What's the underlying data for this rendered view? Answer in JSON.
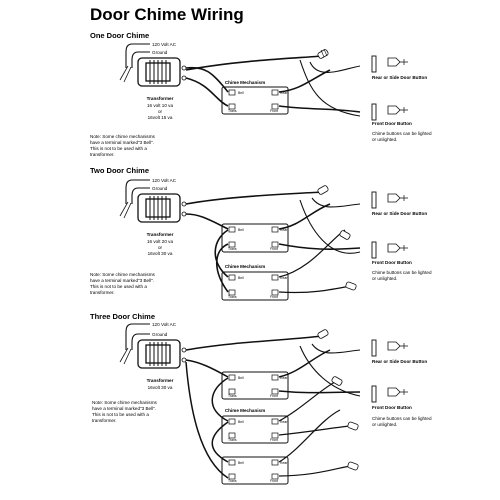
{
  "title": "Door Chime Wiring",
  "sections": [
    {
      "heading": "One Door Chime",
      "ac_label": "120 Volt AC",
      "ground_label": "Ground",
      "transformer_title": "Transformer",
      "transformer_rating_1": "16 volt 10 va",
      "transformer_or": "or",
      "transformer_rating_2": "16volt 15 va",
      "note": [
        "Note: Some chime mechanisms",
        "have a terminal marked\"3 Bell\".",
        "This is not to be used with a",
        "transformer."
      ],
      "mechanism_label": "Chime Mechanism",
      "terminals": [
        "Bell",
        "Rear",
        "Trans",
        "Front"
      ],
      "rear_button_label": "Rear or Side Door Button",
      "front_button_label": "Front Door Button",
      "lighted_note": [
        "Chime buttons can be lighted",
        "or unlighted."
      ]
    },
    {
      "heading": "Two Door Chime",
      "ac_label": "120 Volt AC",
      "ground_label": "Ground",
      "transformer_title": "Transformer",
      "transformer_rating_1": "16 volt 20 va",
      "transformer_or": "or",
      "transformer_rating_2": "16volt 30 va",
      "note": [
        "Note: Some chime mechanisms",
        "have a terminal marked\"3 Bell\".",
        "This is not to be used with a",
        "transformer."
      ],
      "mechanism_label": "Chime Mechanism",
      "terminals": [
        "Bell",
        "Rear",
        "Trans",
        "Front"
      ],
      "rear_button_label": "Rear or Side Door Button",
      "front_button_label": "Front Door Button",
      "lighted_note": [
        "Chime buttons can be lighted",
        "or unlighted."
      ]
    },
    {
      "heading": "Three Door Chime",
      "ac_label": "120 Volt AC",
      "ground_label": "Ground",
      "transformer_title": "Transformer",
      "transformer_rating_1": "16volt 30 va",
      "note": [
        "Note: Some chime mechanisms",
        "have a terminal marked\"3 Bell\".",
        "This is not to be used with a",
        "transformer."
      ],
      "mechanism_label": "Chime Mechanism",
      "terminals": [
        "Bell",
        "Rear",
        "Trans",
        "Front"
      ],
      "rear_button_label": "Rear or Side Door Button",
      "front_button_label": "Front Door Button",
      "lighted_note": [
        "Chime buttons can be lighted",
        "or unlighted."
      ]
    }
  ]
}
